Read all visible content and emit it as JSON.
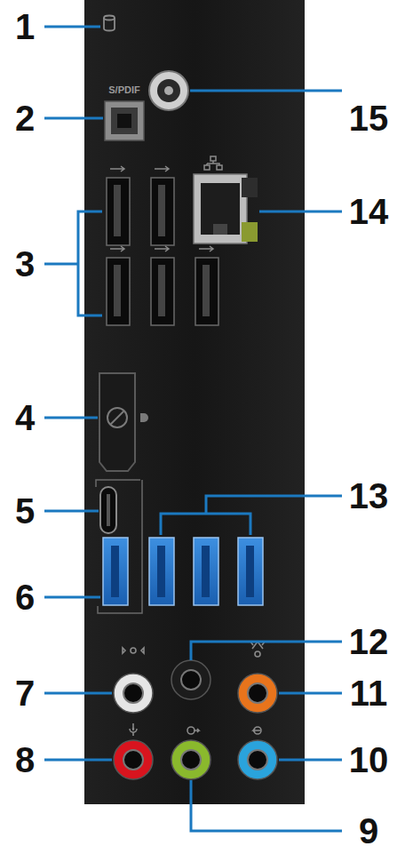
{
  "diagram": {
    "labels": [
      "1",
      "S/PDIF",
      "2",
      "15",
      "3",
      "14",
      "4",
      "5",
      "13",
      "6",
      "12",
      "7",
      "11",
      "8",
      "10",
      "9"
    ]
  }
}
